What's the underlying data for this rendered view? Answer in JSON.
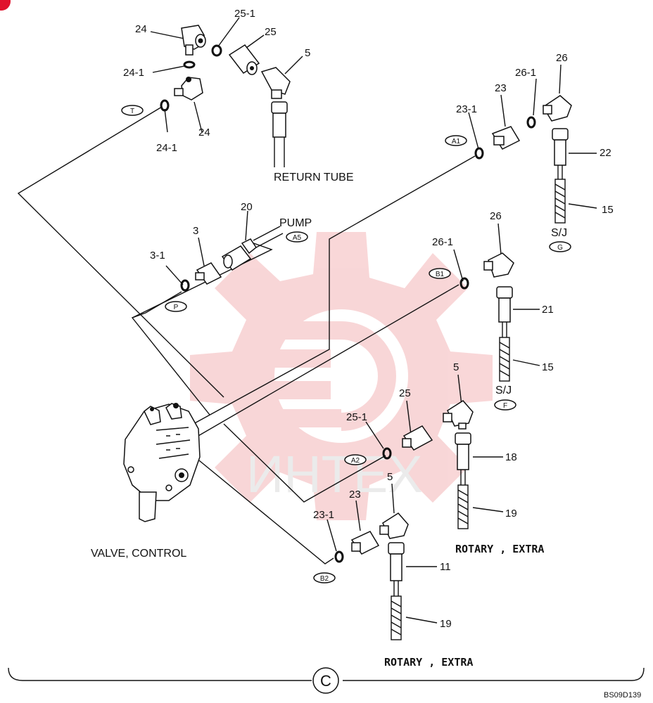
{
  "title_marker": "C",
  "drawing_code": "BS09D139",
  "watermark_text": "ИНТЕХ",
  "captions": {
    "return_tube": "RETURN TUBE",
    "pump": "PUMP",
    "valve_control": "VALVE, CONTROL",
    "rotary_extra_1": "ROTARY , EXTRA",
    "rotary_extra_2": "ROTARY , EXTRA",
    "sj_g": "S/J",
    "sj_f": "S/J"
  },
  "port_bubbles": {
    "T": "T",
    "A1": "A1",
    "A5": "A5",
    "B1": "B1",
    "P": "P",
    "G": "G",
    "F": "F",
    "A2": "A2",
    "B2": "B2"
  },
  "part_labels": [
    "24",
    "25-1",
    "25",
    "5",
    "24-1",
    "24",
    "24-1",
    "26",
    "26-1",
    "23",
    "23-1",
    "22",
    "15",
    "20",
    "3",
    "3-1",
    "26-1",
    "26",
    "21",
    "15",
    "5",
    "25",
    "25-1",
    "18",
    "19",
    "5",
    "23",
    "23-1",
    "11",
    "19"
  ],
  "colors": {
    "line": "#111111",
    "watermark": "#f4b6b8",
    "corner_badge": "#e0122c"
  }
}
